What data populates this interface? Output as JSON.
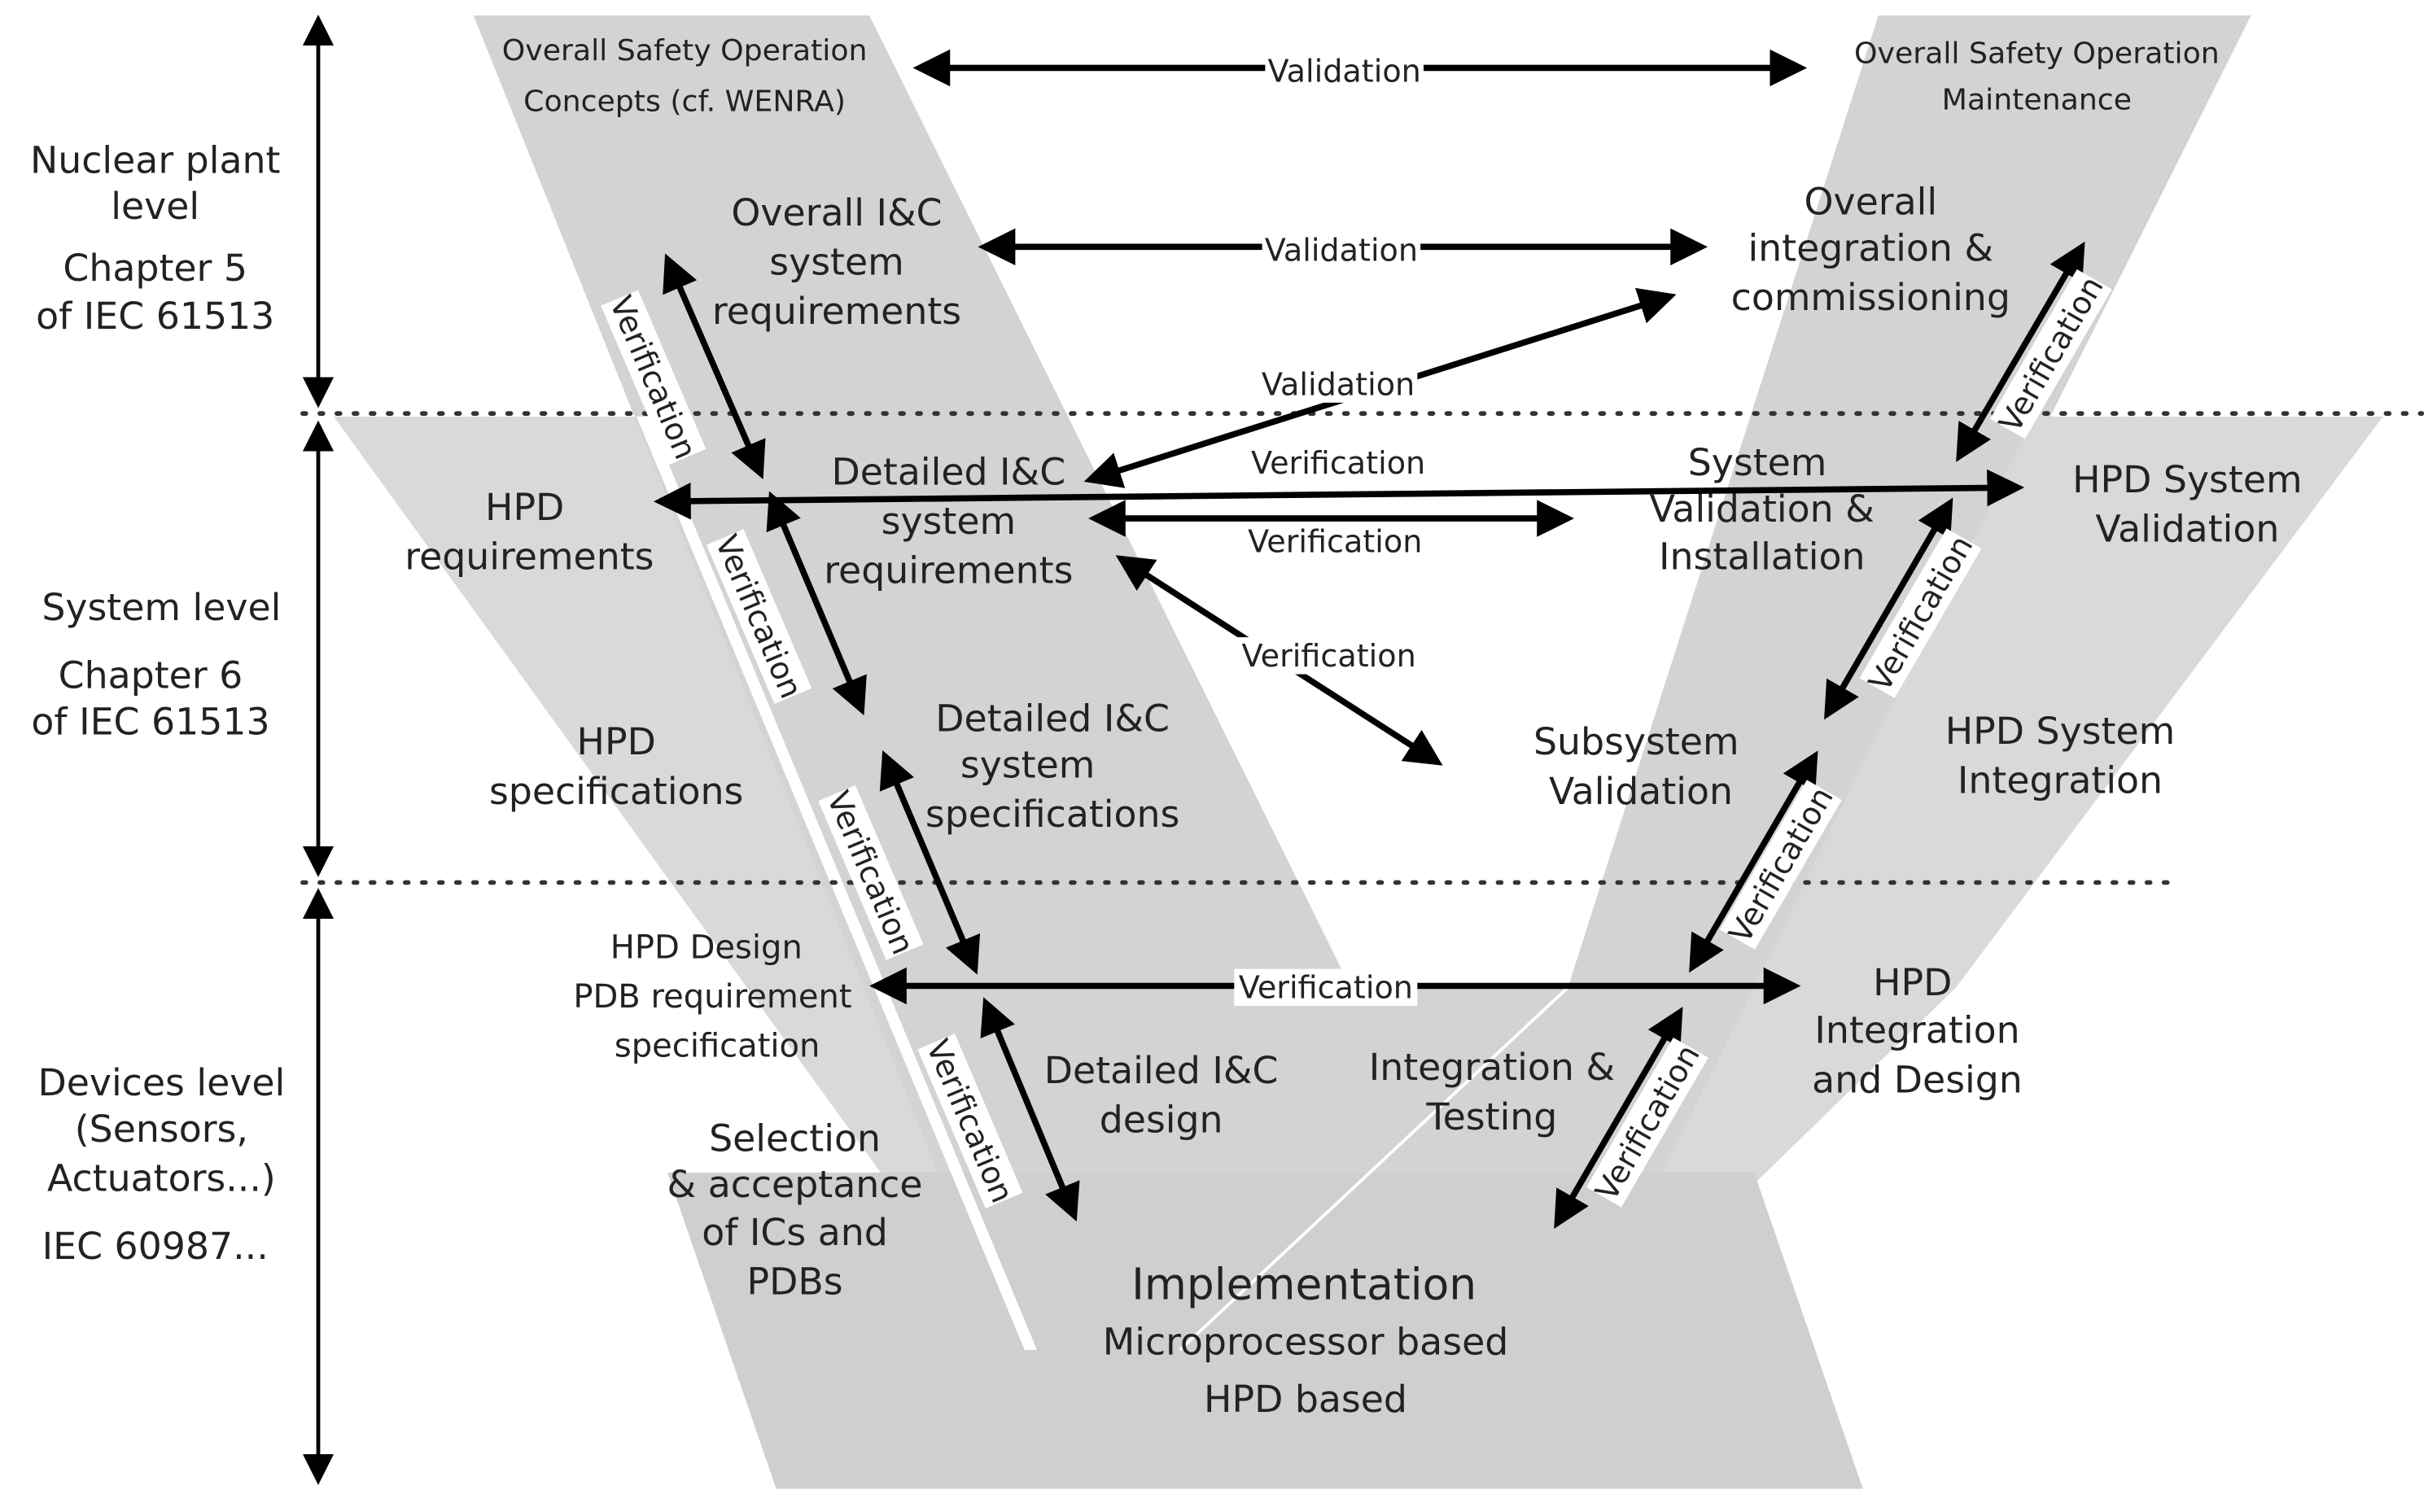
{
  "left_axis": {
    "nuclear_plant": [
      "Nuclear plant",
      "level",
      "Chapter 5",
      "of IEC 61513"
    ],
    "system": [
      "System level",
      "Chapter 6",
      "of IEC 61513"
    ],
    "devices": [
      "Devices level",
      "(Sensors,",
      "Actuators...)",
      "IEC 60987..."
    ]
  },
  "boxes": {
    "overall_safety_concepts": [
      "Overall Safety Operation",
      "Concepts (cf. WENRA)"
    ],
    "overall_safety_maintenance": [
      "Overall Safety Operation",
      "Maintenance"
    ],
    "overall_ic_requirements": [
      "Overall I&C",
      "system",
      "requirements"
    ],
    "overall_integration": [
      "Overall",
      "integration &",
      "commissioning"
    ],
    "detailed_ic_requirements": [
      "Detailed I&C",
      "system",
      "requirements"
    ],
    "system_validation_installation": [
      "System",
      "Validation &",
      "Installation"
    ],
    "hpd_requirements": [
      "HPD",
      "requirements"
    ],
    "hpd_system_validation": [
      "HPD System",
      "Validation"
    ],
    "hpd_specifications": [
      "HPD",
      "specifications"
    ],
    "detailed_ic_specifications": [
      "Detailed I&C",
      "system",
      "specifications"
    ],
    "subsystem_validation": [
      "Subsystem",
      "Validation"
    ],
    "hpd_system_integration": [
      "HPD System",
      "Integration"
    ],
    "hpd_design": [
      "HPD  Design",
      "PDB requirement",
      "specification"
    ],
    "hpd_integration_design": [
      "HPD",
      "Integration",
      "and Design"
    ],
    "detailed_ic_design": [
      "Detailed I&C",
      "design"
    ],
    "integration_testing": [
      "Integration &",
      "Testing"
    ],
    "selection": [
      "Selection",
      "& acceptance",
      "of ICs and",
      "PDBs"
    ],
    "implementation": [
      "Implementation",
      "Microprocessor based",
      "HPD based"
    ]
  },
  "arrow_labels": {
    "validation": "Validation",
    "verification": "Verification"
  }
}
